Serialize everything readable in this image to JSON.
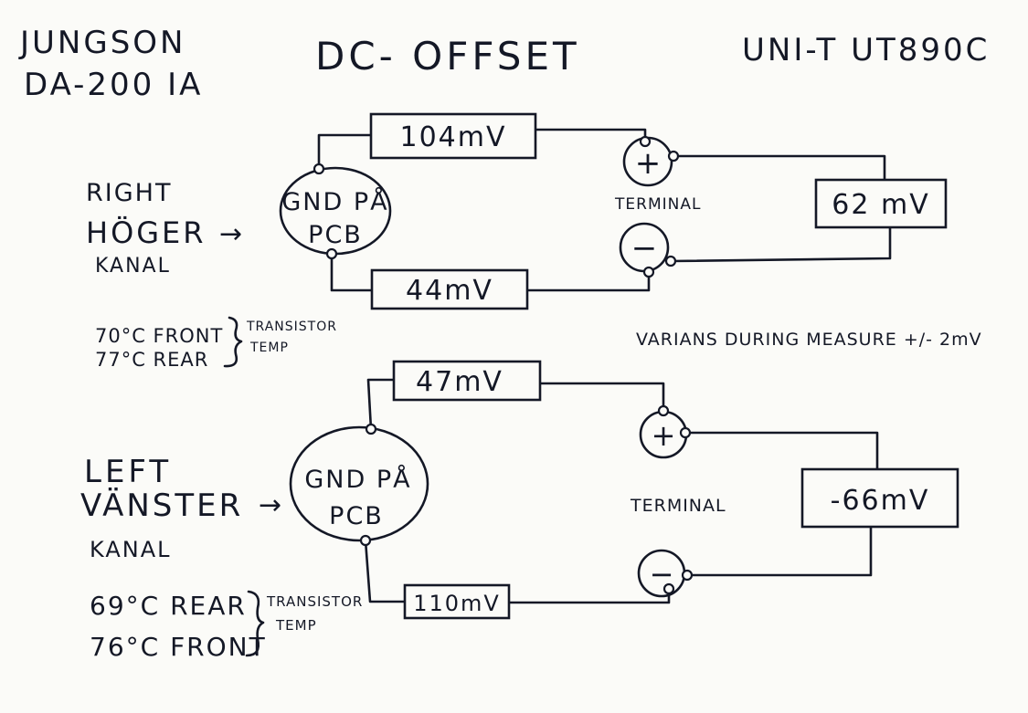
{
  "header": {
    "brand_line1": "JUNGSON",
    "brand_line2": "DA-200 IA",
    "title": "DC- OFFSET",
    "meter": "UNI-T UT890C"
  },
  "right_channel": {
    "label_line1": "RIGHT",
    "label_line2": "HÖGER",
    "label_line3": "KANAL",
    "arrow": "→",
    "gnd_line1": "GND PÅ",
    "gnd_line2": "PCB",
    "top_reading": "104mV",
    "bottom_reading": "44mV",
    "terminal_reading": "62 mV",
    "terminal_label": "TERMINAL",
    "plus": "+",
    "minus": "−",
    "temp_line1": "70°C FRONT",
    "temp_line2": "77°C REAR",
    "temp_note1": "TRANSISTOR",
    "temp_note2": "TEMP"
  },
  "variance_note": "VARIANS DURING MEASURE +/- 2mV",
  "left_channel": {
    "label_line1": "LEFT",
    "label_line2": "VÄNSTER",
    "label_line3": "KANAL",
    "arrow": "→",
    "gnd_line1": "GND PÅ",
    "gnd_line2": "PCB",
    "top_reading": "47mV",
    "bottom_reading": "110mV",
    "terminal_reading": "-66mV",
    "terminal_label": "TERMINAL",
    "plus": "+",
    "minus": "−",
    "temp_line1": "69°C REAR",
    "temp_line2": "76°C FRONT",
    "temp_note1": "TRANSISTOR",
    "temp_note2": "TEMP"
  }
}
